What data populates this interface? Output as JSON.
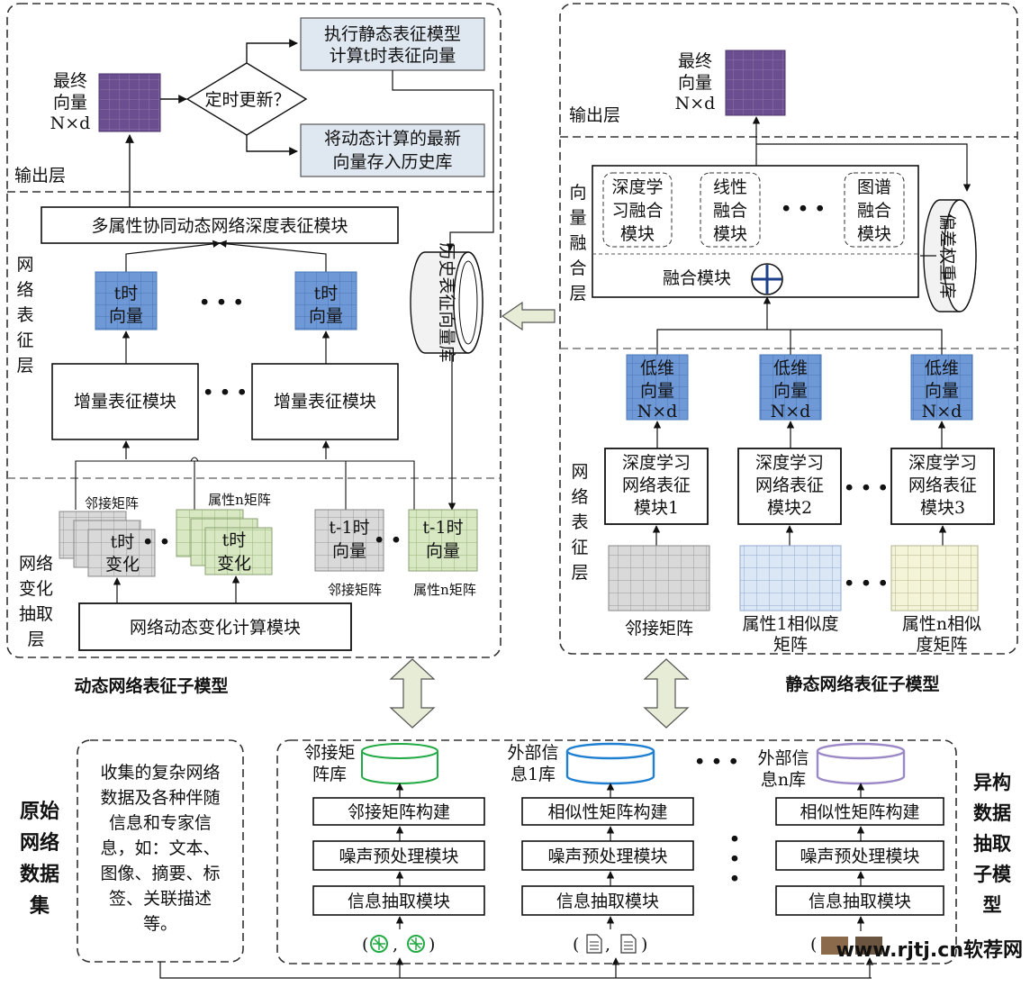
{
  "dynamic": {
    "output_layer": "输出层",
    "final_vector": [
      "最终",
      "向量",
      "N×d"
    ],
    "decision": "定时更新？",
    "exec_static": [
      "执行静态表征模型",
      "计算t时表征向量"
    ],
    "save_history": [
      "将动态计算的最新",
      "向量存入历史库"
    ],
    "deep_module": "多属性协同动态网络深度表征模块",
    "net_repr_layer": [
      "网",
      "络",
      "表",
      "征",
      "层"
    ],
    "t_vector": [
      "t时",
      "向量"
    ],
    "dots": "• • •",
    "incremental_module": "增量表征模块",
    "history_db": "历史表征向量库",
    "adjacency_matrix": "邻接矩阵",
    "attr_n_matrix": "属性n矩阵",
    "t_change": [
      "t时",
      "变化"
    ],
    "t1_vector": [
      "t-1时",
      "向量"
    ],
    "change_layer": [
      "网络",
      "变化",
      "抽取",
      "层"
    ],
    "change_calc_module": "网络动态变化计算模块",
    "caption": "动态网络表征子模型"
  },
  "static": {
    "final_vector": [
      "最终",
      "向量",
      "N×d"
    ],
    "output_layer": "输出层",
    "fusion_layer": [
      "向",
      "量",
      "融",
      "合",
      "层"
    ],
    "fusion_blocks": [
      [
        "深度学",
        "习融合",
        "模块"
      ],
      [
        "线性",
        "融合",
        "模块"
      ],
      [
        "图谱",
        "融合",
        "模块"
      ]
    ],
    "fusion_module": "融合模块",
    "bias_db": "偏差权重库",
    "net_repr_layer": [
      "网",
      "络",
      "表",
      "征",
      "层"
    ],
    "low_dim": [
      "低维",
      "向量",
      "N×d"
    ],
    "deep_modules": [
      [
        "深度学习",
        "网络表征",
        "模块1"
      ],
      [
        "深度学习",
        "网络表征",
        "模块2"
      ],
      [
        "深度学习",
        "网络表征",
        "模块3"
      ]
    ],
    "matrices": [
      [
        "邻接矩阵"
      ],
      [
        "属性1相似度",
        "矩阵"
      ],
      [
        "属性n相似",
        "度矩阵"
      ]
    ],
    "caption": "静态网络表征子模型"
  },
  "raw": {
    "title": [
      "原始",
      "网络",
      "数据",
      "集"
    ],
    "description": [
      "收集的复杂网络",
      "数据及各种伴随",
      "信息和专家信",
      "息，如：文本、",
      "图像、摘要、标",
      "签、关联描述",
      "等。"
    ]
  },
  "hetero": {
    "title": [
      "异构",
      "数据",
      "抽取",
      "子模",
      "型"
    ],
    "dbs": [
      [
        "邻接矩",
        "阵库"
      ],
      [
        "外部信",
        "息1库"
      ],
      [
        "外部信",
        "息n库"
      ]
    ],
    "columns": [
      [
        "邻接矩阵构建",
        "噪声预处理模块",
        "信息抽取模块"
      ],
      [
        "相似性矩阵构建",
        "噪声预处理模块",
        "信息抽取模块"
      ],
      [
        "相似性矩阵构建",
        "噪声预处理模块",
        "信息抽取模块"
      ]
    ],
    "vdots": "•",
    "watermark": "www.rjtj.cn软荐网"
  },
  "colors": {
    "purple": "#6b4e8f",
    "blue": "#6f99d6",
    "gray": "#d6d6d6",
    "green": "#d7e8c3",
    "lightblue": "#dce7f5",
    "lightyellow": "#f4f4d9",
    "arrow_fill": "#e6ecd6",
    "db_green": "#22aa44",
    "db_blue": "#1f7fd1",
    "db_purple": "#9b88c6",
    "box_fill": "#dfe7f1"
  }
}
